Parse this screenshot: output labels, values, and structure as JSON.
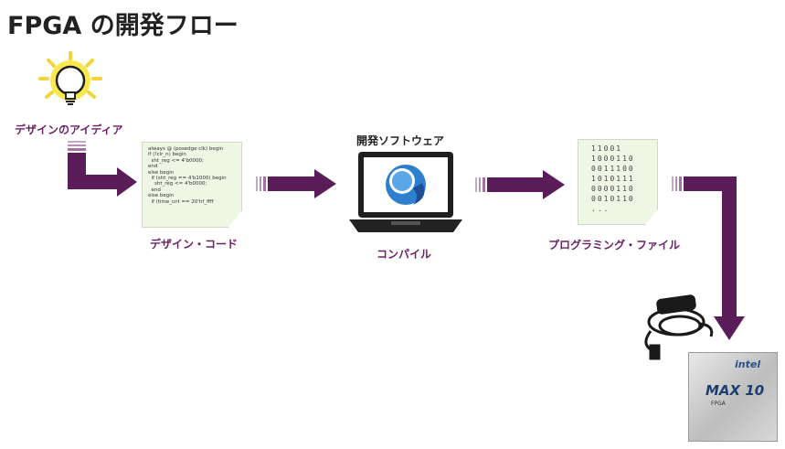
{
  "title": "FPGA の開発フロー",
  "steps": {
    "idea": "デザインのアイディア",
    "code": "デザイン・コード",
    "software_top": "開発ソフトウェア",
    "compile": "コンパイル",
    "programming_file": "プログラミング・ファイル"
  },
  "code_lines": [
    "always @ (posedge clk) begin",
    "if (!clr_n) begin",
    "  sht_reg <= 4'b0000;",
    "end",
    "else begin",
    "  if (sht_reg == 4'b1000) begin",
    "    sht_reg <= 4'b0000;",
    "  end",
    "else begin",
    "  if (time_cnt == 20'hf_ffff"
  ],
  "binary_lines": [
    "11001",
    "1000110",
    "0011100",
    "1010111",
    "0000110",
    "0010110",
    "..."
  ],
  "chip": {
    "brand": "intel",
    "product": "MAX 10",
    "subtitle": "FPGA"
  },
  "colors": {
    "arrow": "#5a1d5a",
    "label": "#6b1f67"
  }
}
